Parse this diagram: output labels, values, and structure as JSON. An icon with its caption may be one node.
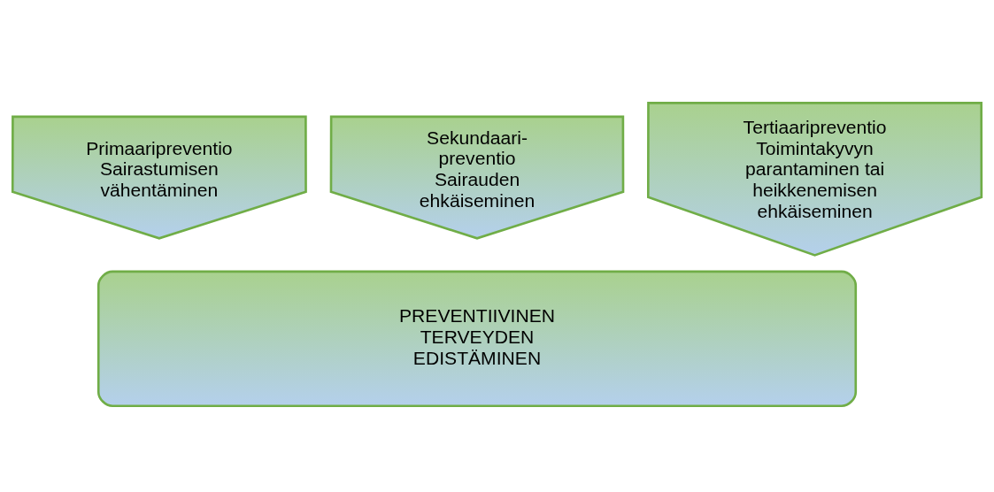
{
  "diagram": {
    "nodes": [
      {
        "text": [
          "Primaaripreventio",
          "Sairastumisen vähentäminen"
        ]
      },
      {
        "text": [
          "Sekundaari- preventio",
          "Sairauden ehkäiseminen"
        ]
      },
      {
        "text": [
          "Tertiaaripreventio",
          "Toimintakyvyn parantaminen tai heikkenemisen ehkäiseminen"
        ]
      },
      {
        "text": [
          "PREVENTIIVINEN TERVEYDEN EDISTÄMINEN"
        ]
      }
    ]
  }
}
